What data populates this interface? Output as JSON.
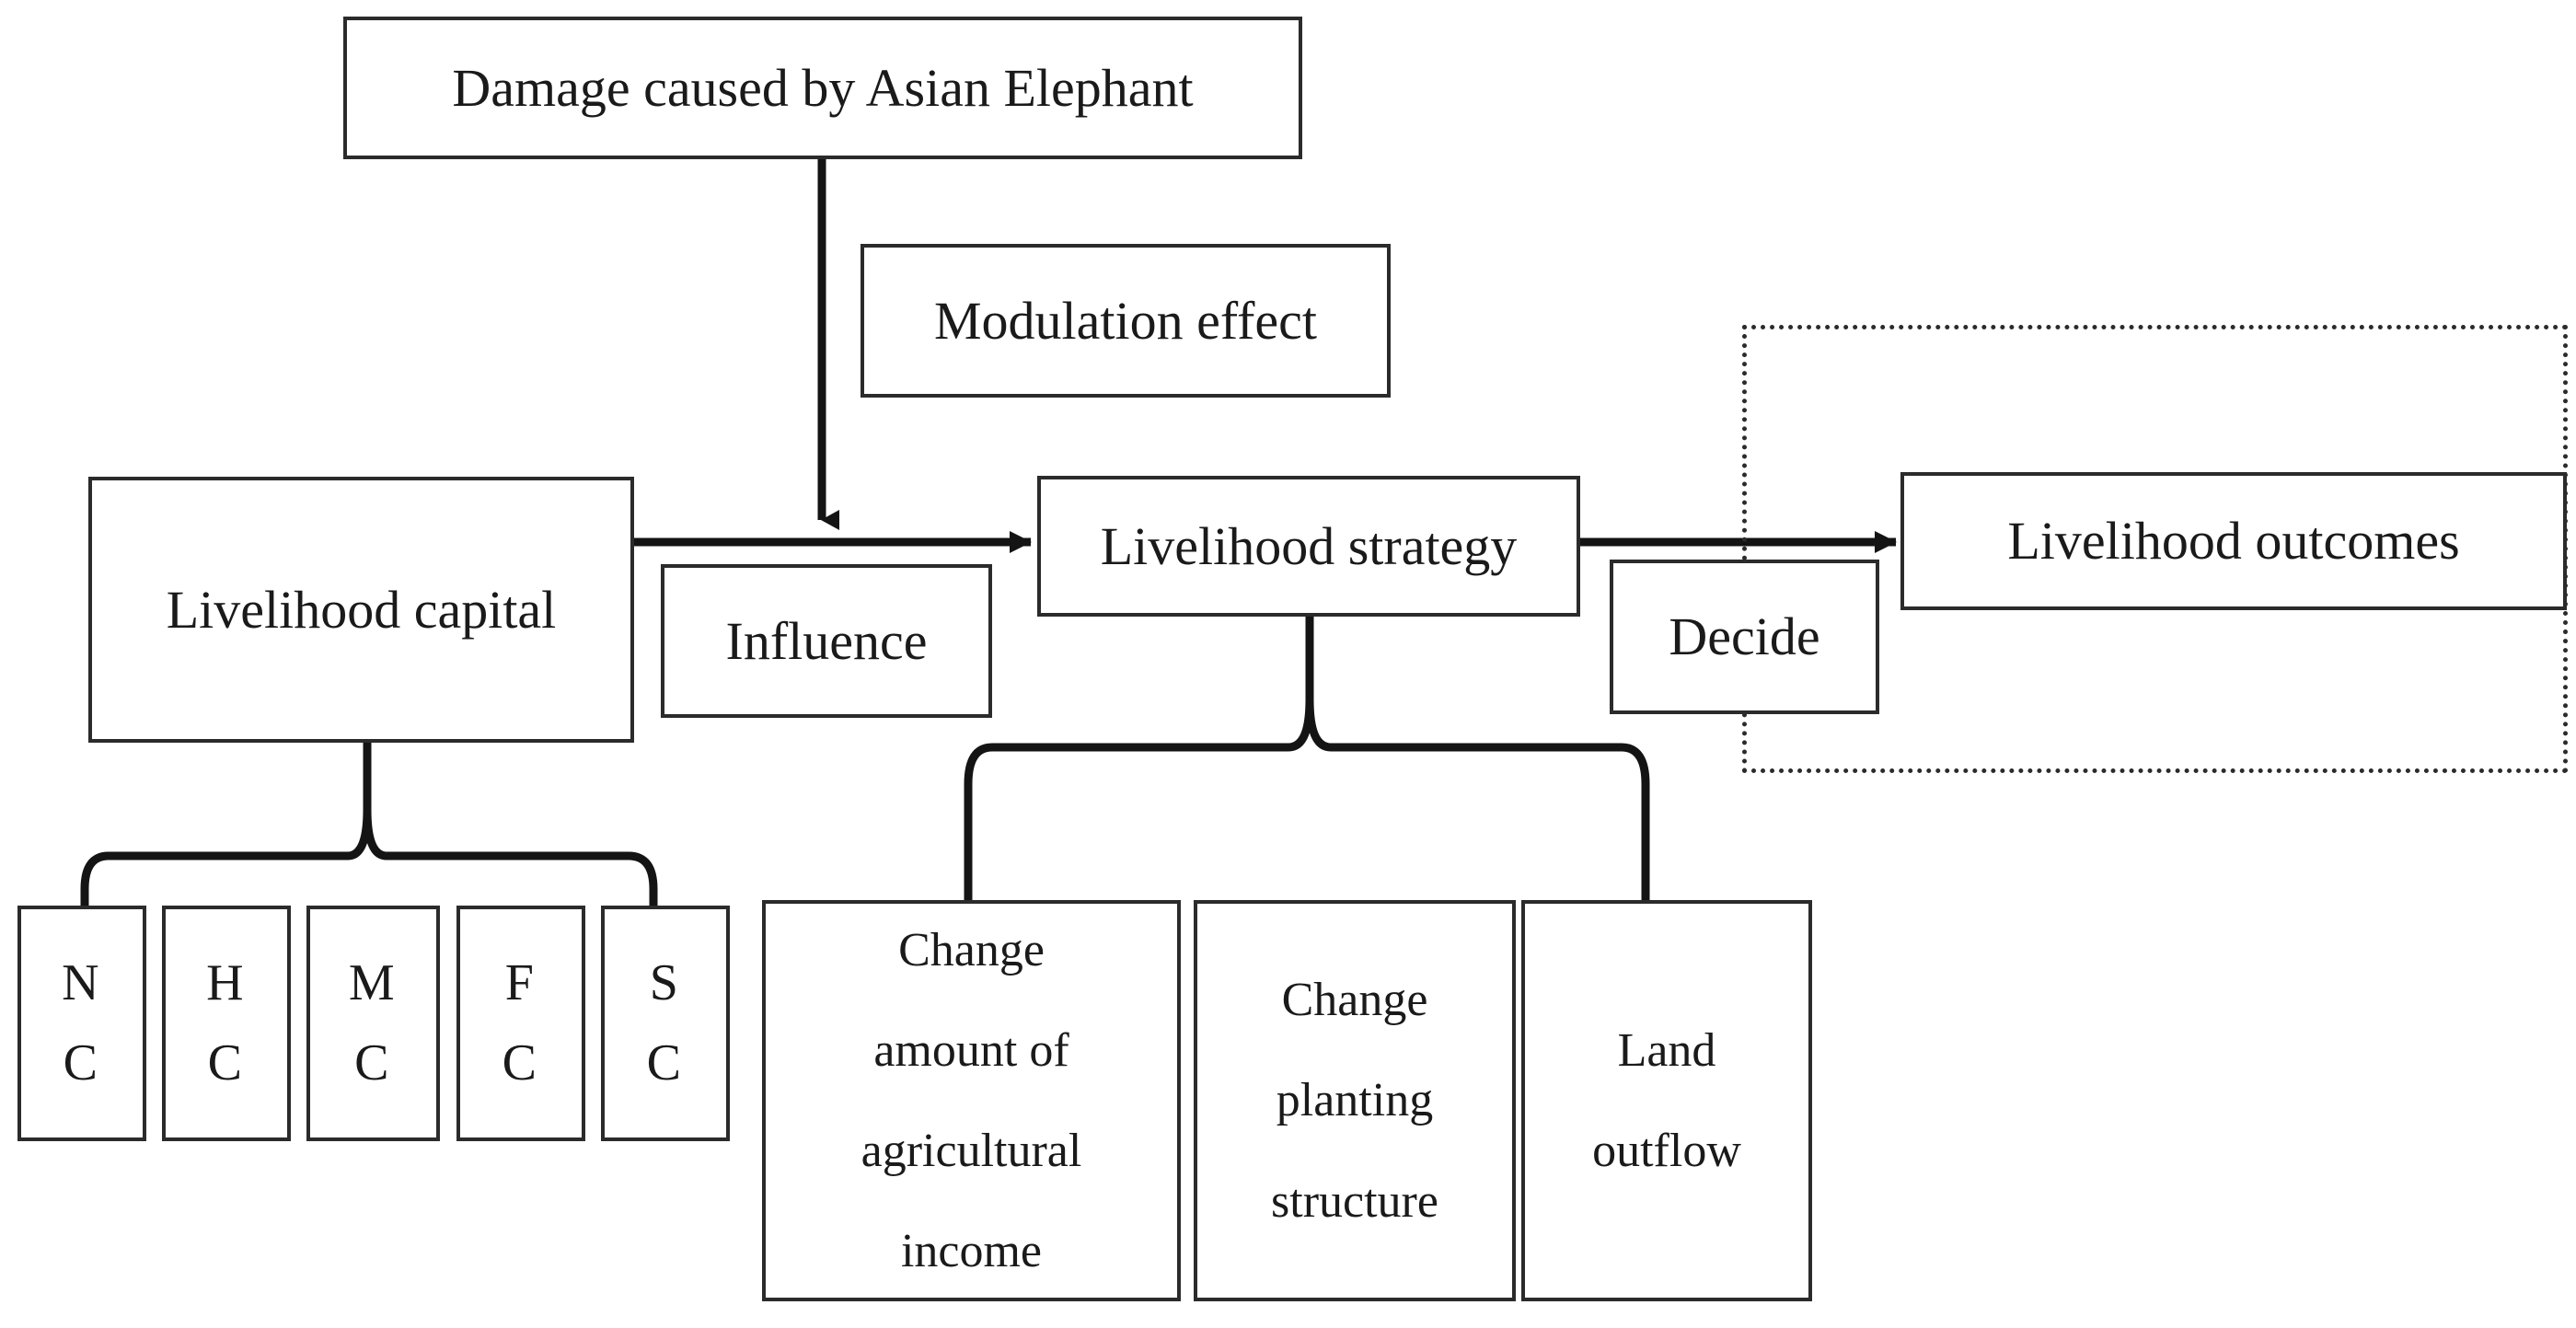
{
  "diagram": {
    "title": "Damage caused by Asian Elephant livelihood framework",
    "background_color": "#ffffff",
    "line_color": "#2b2b2b",
    "nodes": {
      "damage": {
        "label": "Damage caused by Asian Elephant"
      },
      "modulation": {
        "label": "Modulation effect"
      },
      "livelihood_capital": {
        "label": "Livelihood capital"
      },
      "influence": {
        "label": "Influence"
      },
      "livelihood_strategy": {
        "label": "Livelihood strategy"
      },
      "decide": {
        "label": "Decide"
      },
      "livelihood_outcomes": {
        "label": "Livelihood outcomes"
      }
    },
    "capitals": [
      {
        "label": "N\nC",
        "name": "natural-capital"
      },
      {
        "label": "H\nC",
        "name": "human-capital"
      },
      {
        "label": "M\nC",
        "name": "material-capital"
      },
      {
        "label": "F\nC",
        "name": "financial-capital"
      },
      {
        "label": "S\nC",
        "name": "social-capital"
      }
    ],
    "strategies": [
      {
        "label": "Change\namount of\nagricultural\nincome",
        "name": "change-agricultural-income"
      },
      {
        "label": "Change\nplanting\nstructure",
        "name": "change-planting-structure"
      },
      {
        "label": "Land\noutflow",
        "name": "land-outflow"
      }
    ],
    "groups": {
      "outcomes_region": {
        "label": ""
      }
    }
  }
}
